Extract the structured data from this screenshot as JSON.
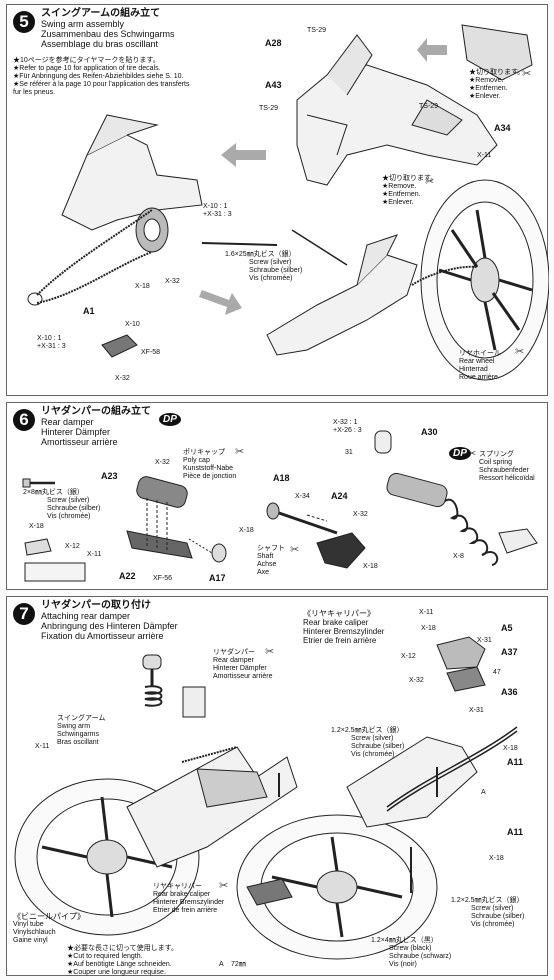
{
  "step5": {
    "number": "5",
    "title_jp": "スイングアームの組み立て",
    "title_en": "Swing arm assembly",
    "title_de": "Zusammenbau des Schwingarms",
    "title_fr": "Assemblage du bras oscillant",
    "notes": [
      "★10ページを参考にタイヤマークを貼ります。",
      "★Refer to page 10 for application of tire decals.",
      "★Für Anbringung des Reifen-Abziehbildes siehe S. 10.",
      "★Se référer à la page 10 pour l'application des transferts",
      "fur les pneus."
    ],
    "labels": {
      "ts29a": "TS-29",
      "a28": "A28",
      "a43": "A43",
      "ts29b": "TS-29",
      "ts29c": "TS-29",
      "a34": "A34",
      "x11": "X-11",
      "x10a": "X-10 : 1",
      "x31a": "+X-31 : 3",
      "x18": "X-18",
      "x32": "X-32",
      "a1": "A1",
      "x10b": "X-10 : 1",
      "x31b": "+X-31 : 3",
      "x10c": "X-10",
      "xf58": "XF-58",
      "x32b": "X-32"
    },
    "remove1": [
      "★切り取ります。",
      "★Remove.",
      "★Entfernen.",
      "★Enlever."
    ],
    "remove2": [
      "★切り取ります。",
      "★Remove.",
      "★Entfernen.",
      "★Enlever."
    ],
    "screw": [
      "1.6×25㎜丸ビス（銀）",
      "Screw (silver)",
      "Schraube (silber)",
      "Vis (chromée)"
    ],
    "rear_wheel": [
      "リヤホイール",
      "Rear wheel",
      "Hinterrad",
      "Roue arrière"
    ]
  },
  "step6": {
    "number": "6",
    "title_jp": "リヤダンパーの組み立て",
    "title_en": "Rear damper",
    "title_de": "Hinterer Dämpfer",
    "title_fr": "Amortisseur arrière",
    "dp": "DP",
    "screw": [
      "2×8㎜丸ビス（銀）",
      "Screw (silver)",
      "Schraube (silber)",
      "Vis (chromée)"
    ],
    "polycap": [
      "ポリキャップ",
      "Poly cap",
      "Kunststoff-Nabe",
      "Pièce de jonction"
    ],
    "shaft": [
      "シャフト",
      "Shaft",
      "Achse",
      "Axe"
    ],
    "spring": [
      "スプリング",
      "Coil spring",
      "Schraubenfeder",
      "Ressort hélicoïdal"
    ],
    "labels": {
      "x32a": "X-32",
      "a23": "A23",
      "x18a": "X-18",
      "x12": "X-12",
      "x11": "X-11",
      "a22": "A22",
      "xf56": "XF-56",
      "a17": "A17",
      "x18b": "X-18",
      "a18": "A18",
      "x34": "X-34",
      "a24": "A24",
      "x32b": "X-32",
      "x18c": "X-18",
      "x32c": "X-32 : 1",
      "x26": "+X-26 : 3",
      "a30": "A30",
      "x8": "X-8",
      "c31": "31"
    }
  },
  "step7": {
    "number": "7",
    "title_jp": "リヤダンパーの取り付け",
    "title_en": "Attaching rear damper",
    "title_de": "Anbringung des Hinteren Dämpfer",
    "title_fr": "Fixation du Amortisseur arrière",
    "damper": [
      "リヤダンパー",
      "Rear damper",
      "Hinterer Dämpfer",
      "Amortisseur arrière"
    ],
    "swingarm": [
      "スイングアーム",
      "Swing arm",
      "Schwingarms",
      "Bras oscillant"
    ],
    "caliper_header": [
      "《リヤキャリパー》",
      "Rear brake caliper",
      "Hinterer Bremszylinder",
      "Etrier de frein arrière"
    ],
    "caliper": [
      "リヤキャリパー",
      "Rear brake caliper",
      "Hinterer Bremszylinder",
      "Etrier de frein arrière"
    ],
    "screw1": [
      "1.2×2.5㎜丸ビス（銀）",
      "Screw (silver)",
      "Schraube (silber)",
      "Vis (chromée)"
    ],
    "screw2": [
      "1.2×4㎜丸ビス（黒）",
      "Screw (black)",
      "Schraube (schwarz)",
      "Vis (noir)"
    ],
    "screw3": [
      "1.2×2.5㎜丸ビス（銀）",
      "Screw (silver)",
      "Schraube (silber)",
      "Vis (chromée)"
    ],
    "vinyl": [
      "《ビニールパイプ》",
      "Vinyl tube",
      "Vinylschlauch",
      "Gaine vinyl",
      "★必要な長さに切って使用します。",
      "★Cut to required length.",
      "★Auf benötigte Länge schneiden.",
      "★Couper une longueur requise."
    ],
    "labels": {
      "x11a": "X-11",
      "x18a": "X-18",
      "a5": "A5",
      "x31a": "X-31",
      "x12": "X-12",
      "a37": "A37",
      "x32": "X-32",
      "c47": "47",
      "a36": "A36",
      "x31b": "X-31",
      "x11b": "X-11",
      "x18b": "X-18",
      "a11a": "A11",
      "ca": "A",
      "a11b": "A11",
      "x18c": "X-18",
      "len": "72㎜",
      "ca2": "A"
    }
  }
}
